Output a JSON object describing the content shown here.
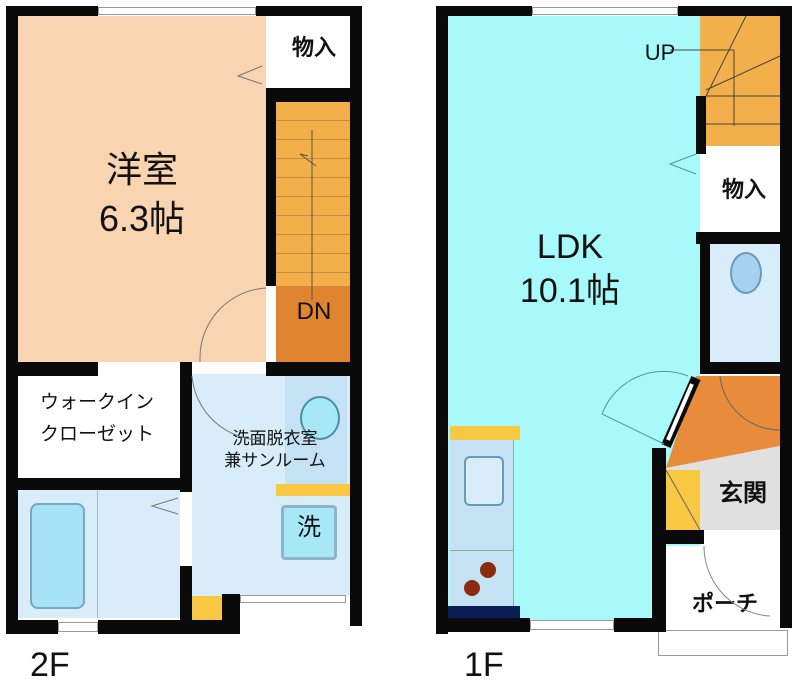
{
  "floors": [
    {
      "label": "2F",
      "rooms": [
        {
          "id": "western-room",
          "name": "洋室",
          "size": "6.3帖",
          "color": "#f8d4b0"
        },
        {
          "id": "storage-2f",
          "name": "物入",
          "color": "#ffffff"
        },
        {
          "id": "stairs-2f",
          "marker": "DN",
          "color": "#f3b04a",
          "landing_color": "#e0852f"
        },
        {
          "id": "walk-in-closet",
          "name_line1": "ウォークイン",
          "name_line2": "クローゼット",
          "color": "#ffffff"
        },
        {
          "id": "washroom",
          "name_line1": "洗面脱衣室",
          "name_line2": "兼サンルーム",
          "color": "#d8ecfa"
        },
        {
          "id": "washing-machine",
          "name": "洗",
          "color": "#a6e8f6"
        },
        {
          "id": "bathroom",
          "color": "#d8ecfa",
          "tub_color": "#a6e4f5"
        }
      ]
    },
    {
      "label": "1F",
      "rooms": [
        {
          "id": "ldk",
          "name": "LDK",
          "size": "10.1帖",
          "color": "#a8fafa"
        },
        {
          "id": "stairs-1f",
          "marker": "UP",
          "color": "#f3b04a"
        },
        {
          "id": "storage-1f",
          "name": "物入",
          "color": "#ffffff"
        },
        {
          "id": "toilet",
          "color": "#d8ecfa"
        },
        {
          "id": "entrance-hall",
          "color": "#e88c3c"
        },
        {
          "id": "genkan",
          "name": "玄関",
          "color": "#e0e0e0"
        },
        {
          "id": "shoe-box",
          "color": "#f8c843"
        },
        {
          "id": "porch",
          "name": "ポーチ",
          "color": "#ffffff"
        },
        {
          "id": "kitchen",
          "color": "#c4e2f4",
          "counter_color": "#f8c843",
          "burner_color": "#8b2a0e"
        }
      ]
    }
  ],
  "colors": {
    "wall": "#0a0a0a",
    "accent_yellow": "#f8c843"
  }
}
